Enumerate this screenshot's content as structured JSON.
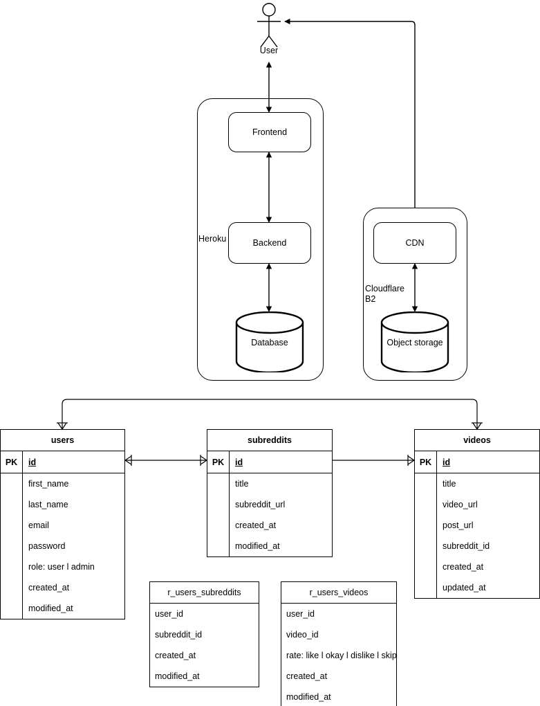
{
  "diagram": {
    "title": "System architecture and entity relationship diagram",
    "stroke_color": "#000000",
    "background_color": "#ffffff"
  },
  "architecture": {
    "actor": {
      "name": "User",
      "label": "User"
    },
    "groups": [
      {
        "id": "heroku",
        "label": "Heroku",
        "nodes": [
          {
            "id": "frontend",
            "label": "Frontend",
            "shape": "rounded-rect"
          },
          {
            "id": "backend",
            "label": "Backend",
            "shape": "rounded-rect"
          },
          {
            "id": "database",
            "label": "Database",
            "shape": "cylinder"
          }
        ]
      },
      {
        "id": "cloudflare-b2",
        "label": "Cloudflare\nB2",
        "label_line1": "Cloudflare",
        "label_line2": "B2",
        "nodes": [
          {
            "id": "cdn",
            "label": "CDN",
            "shape": "rounded-rect"
          },
          {
            "id": "object-storage",
            "label": "Object storage",
            "shape": "cylinder"
          }
        ]
      }
    ],
    "connections": [
      {
        "from": "user",
        "to": "frontend",
        "arrow": "both"
      },
      {
        "from": "frontend",
        "to": "backend",
        "arrow": "both"
      },
      {
        "from": "backend",
        "to": "database",
        "arrow": "both"
      },
      {
        "from": "cdn",
        "to": "user",
        "arrow": "single"
      },
      {
        "from": "cdn",
        "to": "object-storage",
        "arrow": "both"
      }
    ]
  },
  "er": {
    "entities": [
      {
        "id": "users",
        "name": "users",
        "bold_title": true,
        "pk_label": "PK",
        "pk_field": "id",
        "fields": [
          "first_name",
          "last_name",
          "email",
          "password",
          "role: user l admin",
          "created_at",
          "modified_at"
        ]
      },
      {
        "id": "subreddits",
        "name": "subreddits",
        "bold_title": true,
        "pk_label": "PK",
        "pk_field": "id",
        "fields": [
          "title",
          "subreddit_url",
          "created_at",
          "modified_at"
        ]
      },
      {
        "id": "videos",
        "name": "videos",
        "bold_title": true,
        "pk_label": "PK",
        "pk_field": "id",
        "fields": [
          "title",
          "video_url",
          "post_url",
          "subreddit_id",
          "created_at",
          "updated_at"
        ]
      },
      {
        "id": "r_users_subreddits",
        "name": "r_users_subreddits",
        "bold_title": false,
        "pk_label": "",
        "pk_field": "",
        "fields": [
          "user_id",
          "subreddit_id",
          "created_at",
          "modified_at"
        ]
      },
      {
        "id": "r_users_videos",
        "name": "r_users_videos",
        "bold_title": false,
        "pk_label": "",
        "pk_field": "",
        "fields": [
          "user_id",
          "video_id",
          "rate: like l okay l dislike l skip",
          "created_at",
          "modified_at"
        ]
      }
    ],
    "relationships": [
      {
        "from": "users",
        "to": "subreddits",
        "notation": "crows-foot",
        "both_ends": true
      },
      {
        "from": "subreddits",
        "to": "videos",
        "notation": "crows-foot",
        "both_ends": true
      },
      {
        "from": "users",
        "to": "videos",
        "notation": "crows-foot",
        "both_ends": true,
        "routing": "top-bracket"
      }
    ]
  }
}
